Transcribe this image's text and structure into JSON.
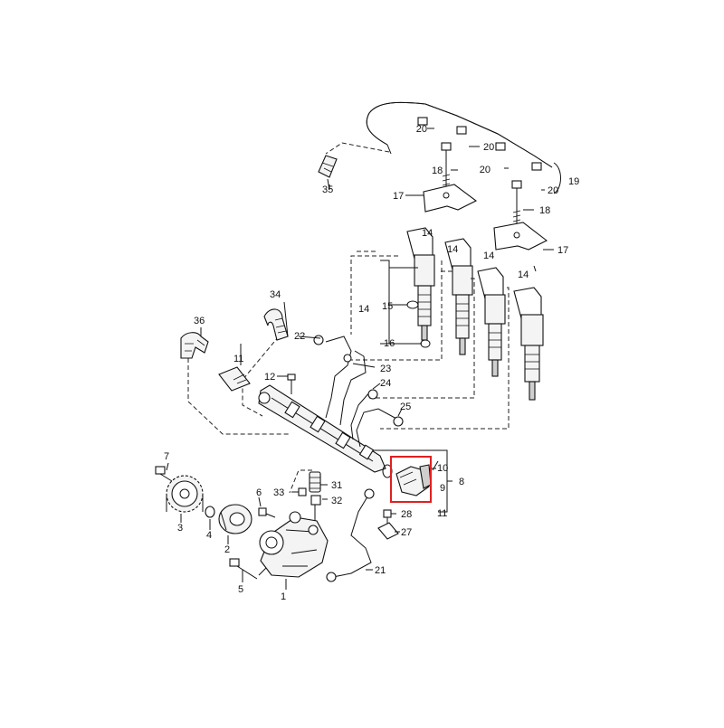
{
  "highlight_color": "#e02020",
  "callouts": {
    "n1": "1",
    "n2": "2",
    "n3": "3",
    "n4": "4",
    "n5": "5",
    "n6": "6",
    "n7": "7",
    "n8": "8",
    "n9": "9",
    "n10": "10",
    "n11": "11",
    "n11b": "11",
    "n12": "12",
    "n14a": "14",
    "n14b": "14",
    "n14c": "14",
    "n14d": "14",
    "n14e": "14",
    "n15": "15",
    "n16": "16",
    "n17a": "17",
    "n17b": "17",
    "n18a": "18",
    "n18b": "18",
    "n19": "19",
    "n20a": "20",
    "n20b": "20",
    "n20c": "20",
    "n20d": "20",
    "n21": "21",
    "n22": "22",
    "n23": "23",
    "n24": "24",
    "n25": "25",
    "n27": "27",
    "n28": "28",
    "n31": "31",
    "n32": "32",
    "n33": "33",
    "n34": "34",
    "n35": "35",
    "n36": "36"
  }
}
